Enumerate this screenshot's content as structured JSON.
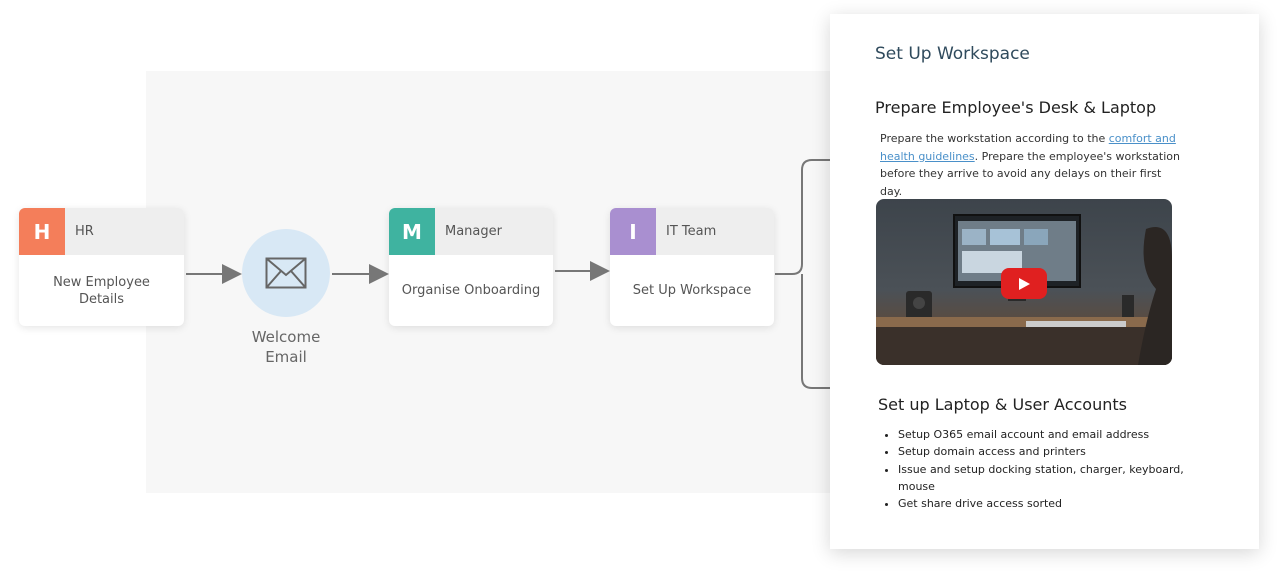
{
  "flow": {
    "nodes": [
      {
        "badge": "H",
        "role": "HR",
        "label": "New Employee Details",
        "color": "#f47e5a"
      },
      {
        "badge": "M",
        "role": "Manager",
        "label": "Organise Onboarding",
        "color": "#3fb3a0"
      },
      {
        "badge": "I",
        "role": "IT Team",
        "label": "Set Up Workspace",
        "color": "#a98fd0"
      }
    ],
    "email": {
      "label": "Welcome Email",
      "icon": "envelope-icon"
    }
  },
  "panel": {
    "title": "Set Up Workspace",
    "section1": {
      "heading": "Prepare Employee's Desk & Laptop",
      "text_before": "Prepare the workstation according to the ",
      "link": "comfort and health guidelines",
      "text_after": ". Prepare the employee's workstation before they arrive to avoid any delays on their first day.",
      "video_icon": "youtube-play-icon"
    },
    "section2": {
      "heading": "Set up Laptop & User Accounts",
      "items": [
        "Setup O365 email account and email address",
        "Setup domain access and printers",
        "Issue and setup docking station, charger, keyboard, mouse",
        "Get share drive access sorted"
      ]
    }
  },
  "colors": {
    "accent_link": "#4a90c9",
    "email_bg": "#d8e8f5",
    "youtube_red": "#e02020"
  }
}
